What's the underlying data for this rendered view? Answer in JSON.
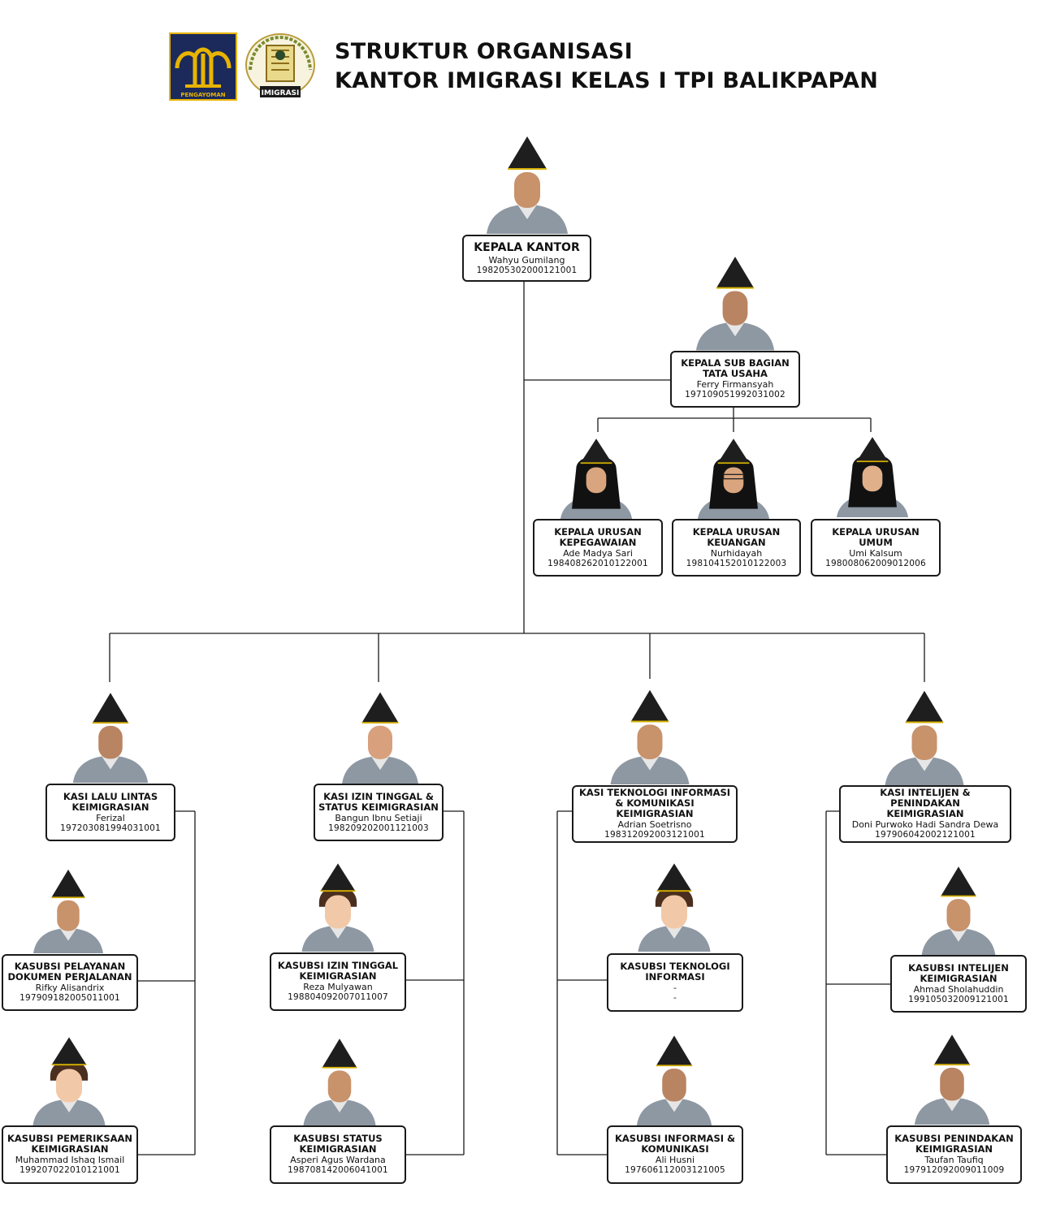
{
  "header": {
    "title_line1": "STRUKTUR ORGANISASI",
    "title_line2": "KANTOR IMIGRASI KELAS I TPI BALIKPAPAN",
    "logo1_text": "PENGAYOMAN",
    "logo2_text": "IMIGRASI"
  },
  "colors": {
    "navy": "#1b2a5b",
    "gold": "#e8b400",
    "uniform": "#8e98a3",
    "cap": "#1e1e1e",
    "skin": "#c8926b",
    "hijab": "#111111",
    "line": "#1a1a1a"
  },
  "people": {
    "kakan": {
      "role": "KEPALA KANTOR",
      "name": "Wahyu Gumilang",
      "nip": "198205302000121001"
    },
    "kasubbag": {
      "role1": "KEPALA SUB BAGIAN",
      "role2": "TATA USAHA",
      "name": "Ferry Firmansyah",
      "nip": "197109051992031002"
    },
    "kaur_kepeg": {
      "role1": "KEPALA URUSAN",
      "role2": "KEPEGAWAIAN",
      "name": "Ade Madya Sari",
      "nip": "198408262010122001"
    },
    "kaur_keu": {
      "role1": "KEPALA URUSAN",
      "role2": "KEUANGAN",
      "name": "Nurhidayah",
      "nip": "198104152010122003"
    },
    "kaur_umum": {
      "role1": "KEPALA URUSAN",
      "role2": "UMUM",
      "name": "Umi Kalsum",
      "nip": "198008062009012006"
    },
    "kasi_lantas": {
      "role1": "KASI LALU LINTAS",
      "role2": "KEIMIGRASIAN",
      "name": "Ferizal",
      "nip": "197203081994031001"
    },
    "kasubsi_pelayanan": {
      "role1": "KASUBSI PELAYANAN",
      "role2": "DOKUMEN PERJALANAN",
      "name": "Rifky Alisandrix",
      "nip": "197909182005011001"
    },
    "kasubsi_pemeriksaan": {
      "role1": "KASUBSI PEMERIKSAAN",
      "role2": "KEIMIGRASIAN",
      "name": "Muhammad Ishaq Ismail",
      "nip": "199207022010121001"
    },
    "kasi_izin": {
      "role1": "KASI IZIN TINGGAL &",
      "role2": "STATUS KEIMIGRASIAN",
      "name": "Bangun Ibnu Setiaji",
      "nip": "198209202001121003"
    },
    "kasubsi_izin": {
      "role1": "KASUBSI IZIN TINGGAL",
      "role2": "KEIMIGRASIAN",
      "name": "Reza Mulyawan",
      "nip": "198804092007011007"
    },
    "kasubsi_status": {
      "role1": "KASUBSI STATUS",
      "role2": "KEIMIGRASIAN",
      "name": "Asperi Agus Wardana",
      "nip": "198708142006041001"
    },
    "kasi_tik": {
      "role1": "KASI TEKNOLOGI INFORMASI",
      "role2": "& KOMUNIKASI KEIMIGRASIAN",
      "name": "Adrian Soetrisno",
      "nip": "198312092003121001"
    },
    "kasubsi_ti": {
      "role1": "KASUBSI TEKNOLOGI",
      "role2": "INFORMASI",
      "name": "-",
      "nip": "-"
    },
    "kasubsi_ik": {
      "role1": "KASUBSI INFORMASI &",
      "role2": "KOMUNIKASI",
      "name": "Ali Husni",
      "nip": "197606112003121005"
    },
    "kasi_inteldak": {
      "role1": "KASI INTELIJEN & PENINDAKAN",
      "role2": "KEIMIGRASIAN",
      "name": "Doni Purwoko Hadi Sandra Dewa",
      "nip": "197906042002121001"
    },
    "kasubsi_intel": {
      "role1": "KASUBSI INTELIJEN",
      "role2": "KEIMIGRASIAN",
      "name": "Ahmad Sholahuddin",
      "nip": "199105032009121001"
    },
    "kasubsi_dak": {
      "role1": "KASUBSI PENINDAKAN",
      "role2": "KEIMIGRASIAN",
      "name": "Taufan Taufiq",
      "nip": "197912092009011009"
    }
  }
}
